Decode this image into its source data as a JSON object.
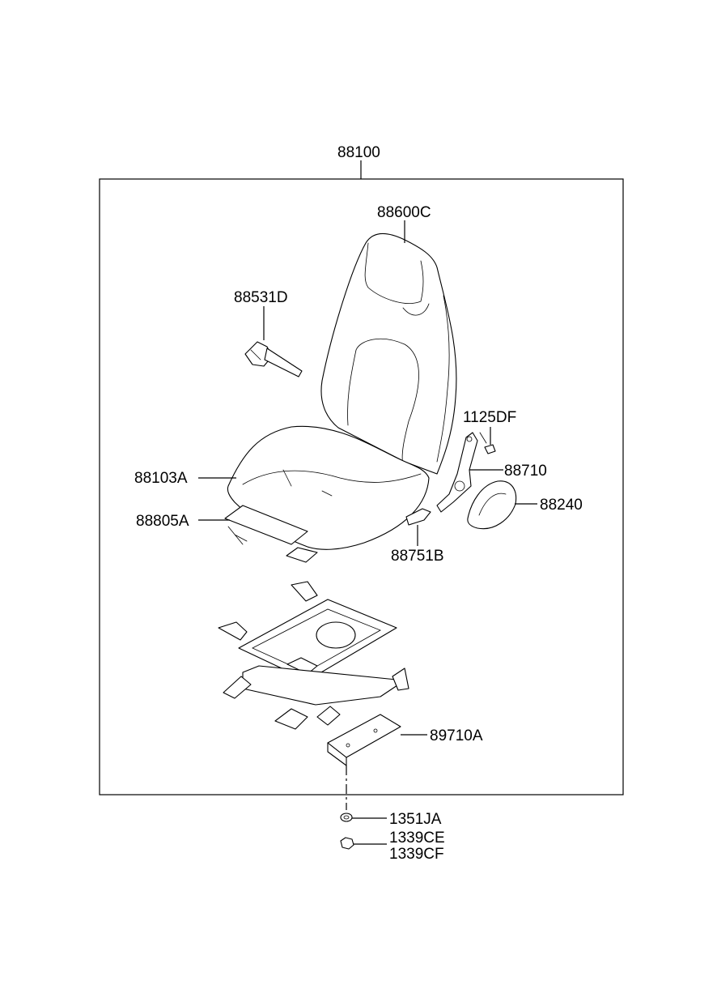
{
  "labels": {
    "assembly": "88100",
    "back": "88600C",
    "headrest_guide": "88531D",
    "cushion": "88103A",
    "track": "88805A",
    "bolt": "1125DF",
    "hinge": "88710",
    "cover": "88240",
    "knob": "88751B",
    "bracket": "89710A",
    "washer": "1351JA",
    "nut_a": "1339CE",
    "nut_b": "1339CF"
  }
}
